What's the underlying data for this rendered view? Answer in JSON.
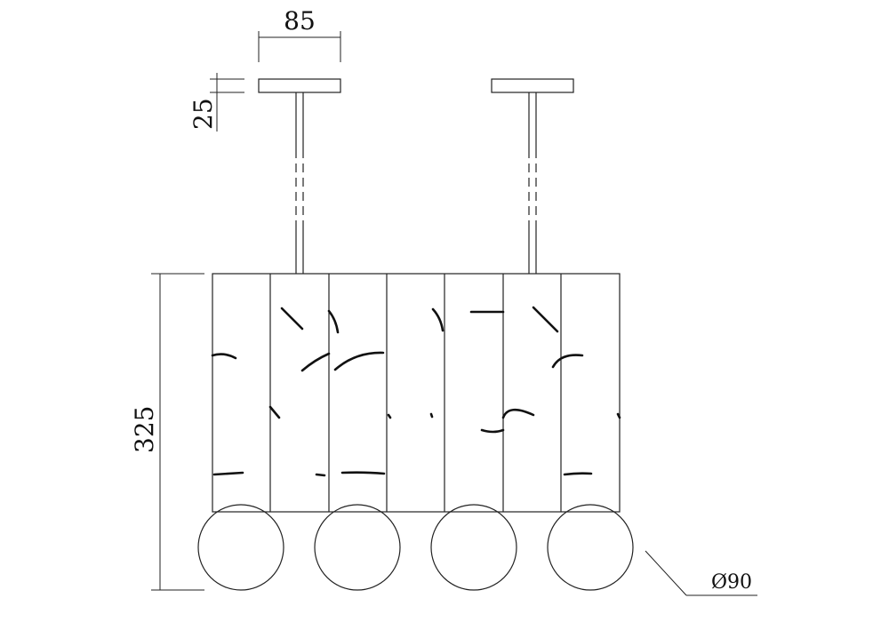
{
  "dimensions": {
    "canopy_width": "85",
    "canopy_height": "25",
    "overall_height": "325",
    "globe_diameter": "Ø90"
  }
}
